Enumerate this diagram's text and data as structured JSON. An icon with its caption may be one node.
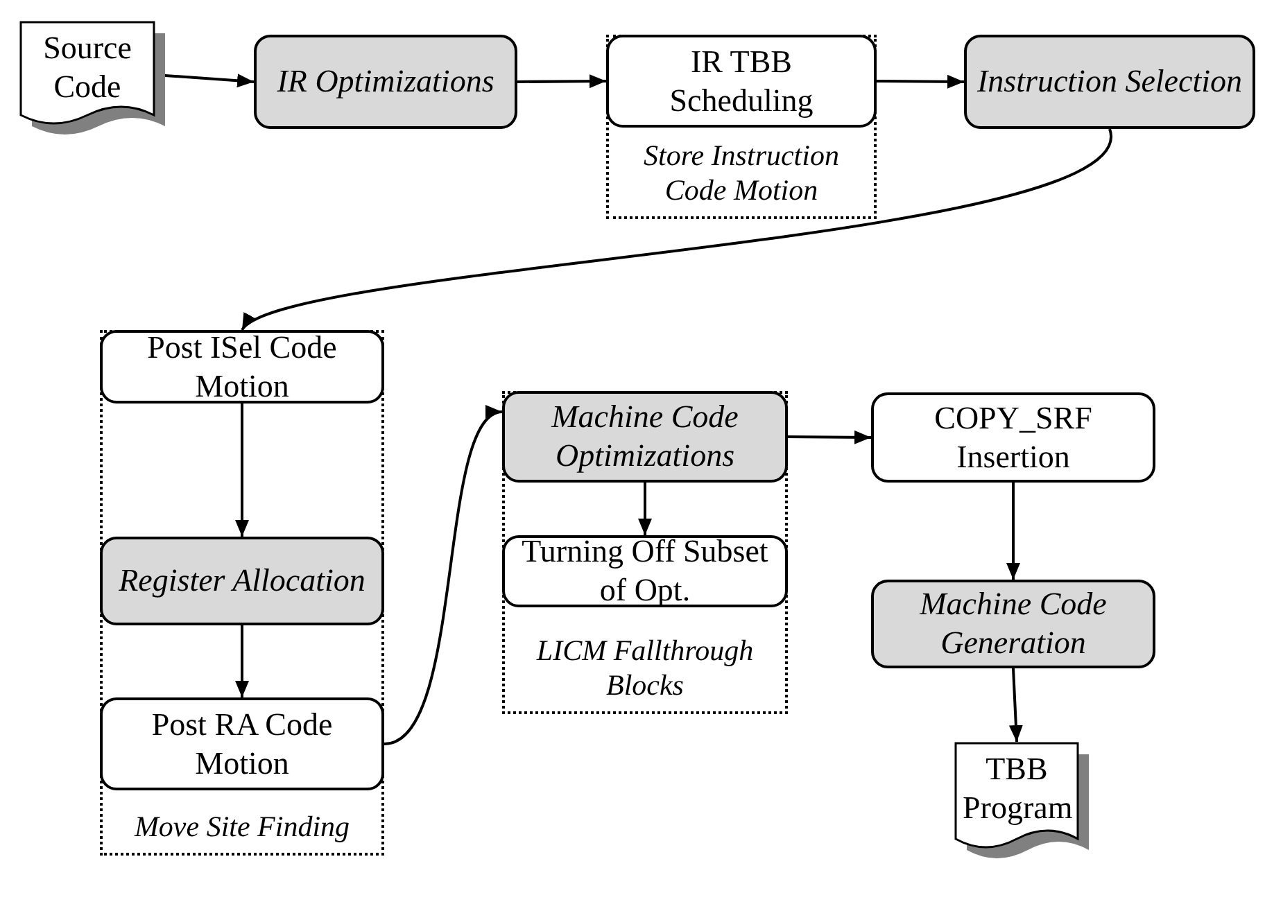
{
  "diagram": {
    "nodes": [
      {
        "text": [
          "Source Code"
        ]
      },
      {
        "text": [
          "IR Optimizations"
        ]
      },
      {
        "text": [
          "Store Instruction Code Motion"
        ]
      },
      {
        "text": [
          "IR TBB Scheduling"
        ],
        "in": 2
      },
      {
        "text": [
          "Instruction Selection"
        ]
      },
      {
        "text": [
          "Move Site Finding"
        ]
      },
      {
        "text": [
          "Post ISel Code Motion"
        ],
        "in": 5
      },
      {
        "text": [
          "Register Allocation"
        ],
        "in": 5
      },
      {
        "text": [
          "Post RA Code Motion"
        ],
        "in": 5
      },
      {
        "text": [
          "LICM Fallthrough Blocks"
        ]
      },
      {
        "text": [
          "Machine Code Optimizations"
        ],
        "in": 9
      },
      {
        "text": [
          "Turning Off Subset of Opt."
        ],
        "in": 9
      },
      {
        "text": [
          "COPY_SRF Insertion"
        ]
      },
      {
        "text": [
          "Machine Code Generation"
        ]
      },
      {
        "text": [
          "TBB Program"
        ]
      }
    ],
    "edges": [
      {
        "from": 0,
        "to": 1,
        "arrow": "to"
      },
      {
        "from": 1,
        "to": 3,
        "arrow": "to"
      },
      {
        "from": 3,
        "to": 4,
        "arrow": "to"
      },
      {
        "from": 4,
        "to": 6,
        "arrow": "to"
      },
      {
        "from": 6,
        "to": 7,
        "arrow": "to"
      },
      {
        "from": 7,
        "to": 8,
        "arrow": "to"
      },
      {
        "from": 8,
        "to": 10,
        "arrow": "to"
      },
      {
        "from": 10,
        "to": 11,
        "arrow": "to"
      },
      {
        "from": 10,
        "to": 12,
        "arrow": "to"
      },
      {
        "from": 12,
        "to": 13,
        "arrow": "to"
      },
      {
        "from": 13,
        "to": 14,
        "arrow": "to"
      }
    ]
  }
}
